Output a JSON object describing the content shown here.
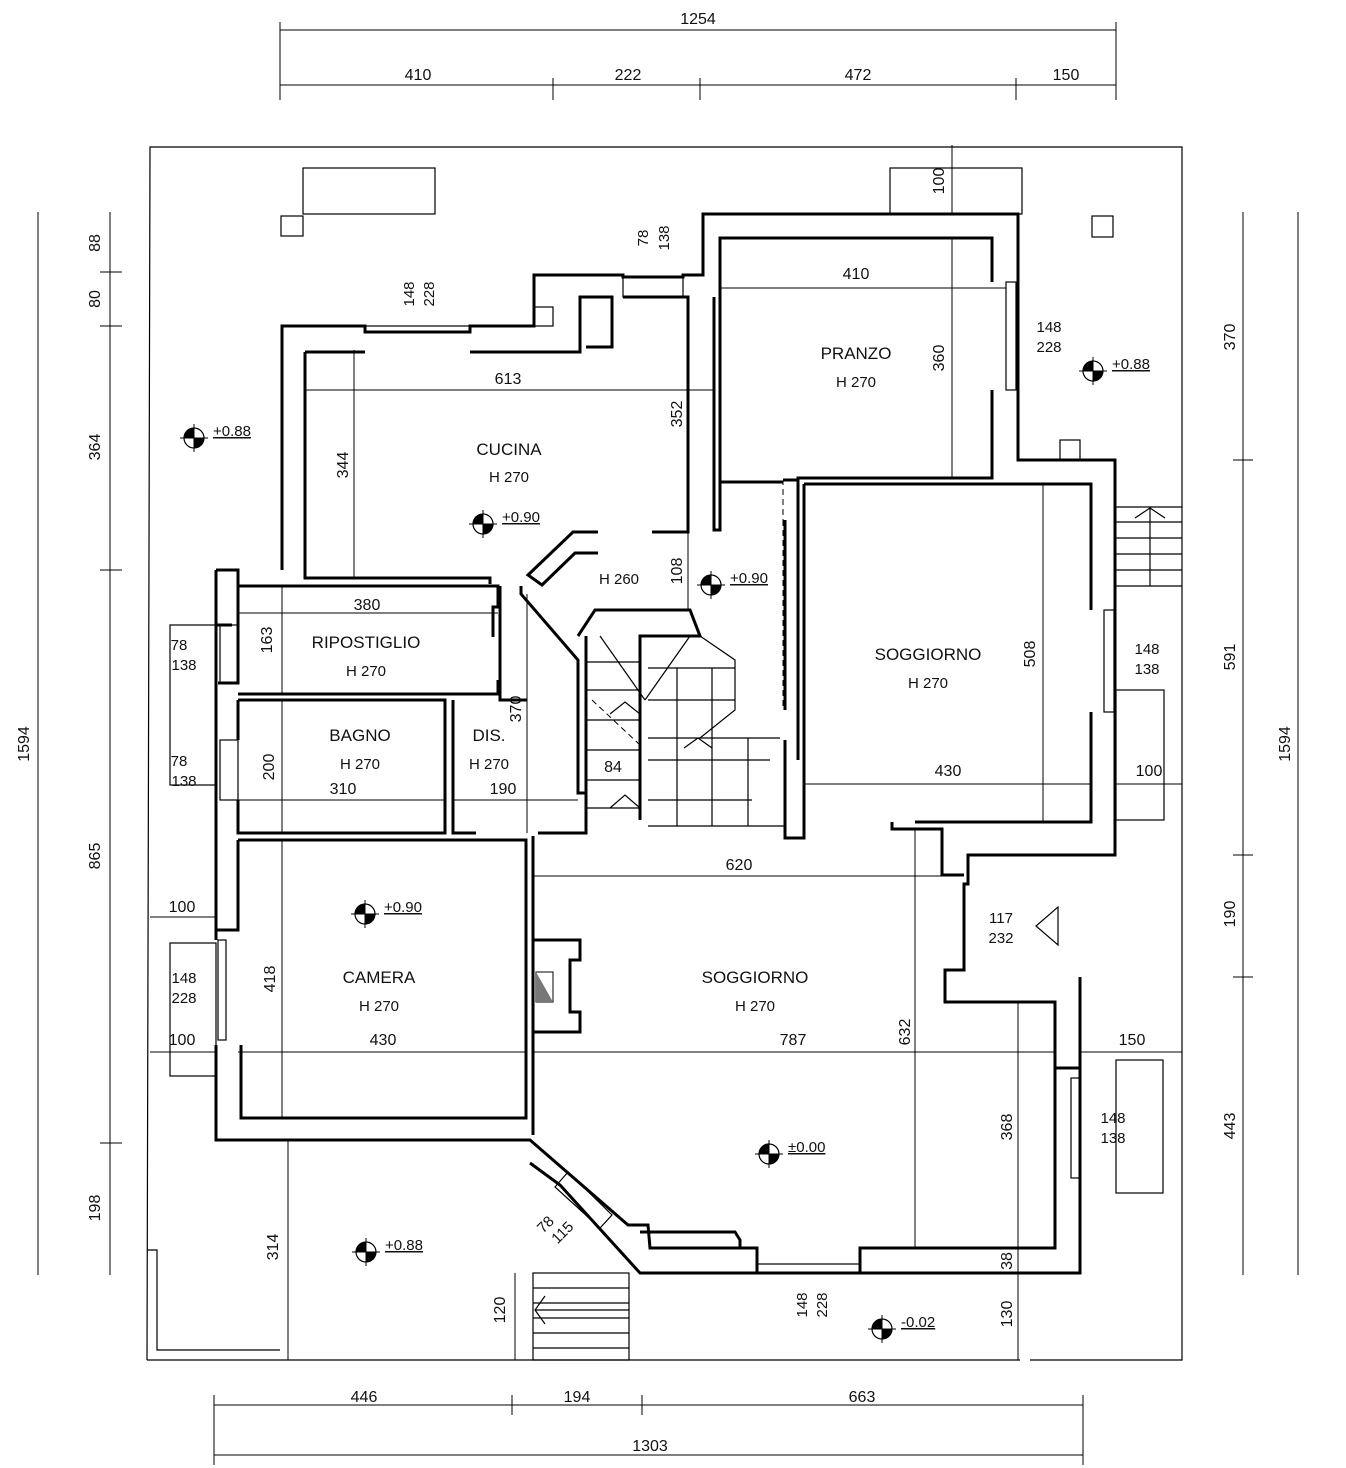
{
  "rooms": {
    "cucina": {
      "name": "CUCINA",
      "height": "H 270"
    },
    "pranzo": {
      "name": "PRANZO",
      "height": "H 270"
    },
    "soggiorno_1": {
      "name": "SOGGIORNO",
      "height": "H 270"
    },
    "ripostiglio": {
      "name": "RIPOSTIGLIO",
      "height": "H 270"
    },
    "bagno": {
      "name": "BAGNO",
      "height": "H 270"
    },
    "dis": {
      "name": "DIS.",
      "height": "H 270"
    },
    "camera": {
      "name": "CAMERA",
      "height": "H 270"
    },
    "soggiorno_2": {
      "name": "SOGGIORNO",
      "height": "H 270"
    },
    "hall": {
      "height": "H 260"
    }
  },
  "dimensions": {
    "top_total": "1254",
    "top_segments": [
      "410",
      "222",
      "472",
      "150"
    ],
    "bottom_segments": [
      "446",
      "194",
      "663"
    ],
    "bottom_total": "1303",
    "left_total": "1594",
    "left_segments": [
      "88",
      "80",
      "364",
      "865",
      "198"
    ],
    "right_total": "1594",
    "right_segments": [
      "370",
      "591",
      "190",
      "443"
    ],
    "cucina_width": "613",
    "cucina_depth_left": "344",
    "cucina_depth_right": "352",
    "pranzo_width": "410",
    "pranzo_depth": "360",
    "ripostiglio_width": "380",
    "ripostiglio_depth": "163",
    "bagno_depth": "200",
    "bagno_width": "310",
    "dis_width": "190",
    "dis_depth": "370",
    "hall_depth": "108",
    "stair_width": "84",
    "soggiorno_1_width": "430",
    "soggiorno_1_depth": "508",
    "camera_depth": "418",
    "camera_width": "430",
    "soggiorno_2_width_upper": "620",
    "soggiorno_2_width": "787",
    "soggiorno_2_depth": "632",
    "bay_depth": "368",
    "wall_38": "38",
    "outer_130": "130",
    "south_terrace": "314",
    "entry_stair": "120",
    "left_offset_upper": "100",
    "left_offset_lower": "100",
    "right_offset_upper": "100",
    "right_offset_lower": "150",
    "top_offset": "100"
  },
  "windows": {
    "cucina_top": [
      "148",
      "228"
    ],
    "top_small": [
      "78",
      "138"
    ],
    "pranzo_right": [
      "148",
      "228"
    ],
    "ripostiglio": [
      "78",
      "138"
    ],
    "bagno": [
      "78",
      "138"
    ],
    "soggiorno_1": [
      "148",
      "138"
    ],
    "door_right": [
      "117",
      "232"
    ],
    "camera": [
      "148",
      "228"
    ],
    "soggiorno_2": [
      "148",
      "138"
    ],
    "diagonal": [
      "78",
      "115"
    ],
    "bottom": [
      "148",
      "228"
    ]
  },
  "levels": {
    "north_west": "+0.88",
    "north_east": "+0.88",
    "cucina": "+0.90",
    "hall": "+0.90",
    "camera": "+0.90",
    "soggiorno": "±0.00",
    "south_west": "+0.88",
    "south_east": "-0.02"
  }
}
